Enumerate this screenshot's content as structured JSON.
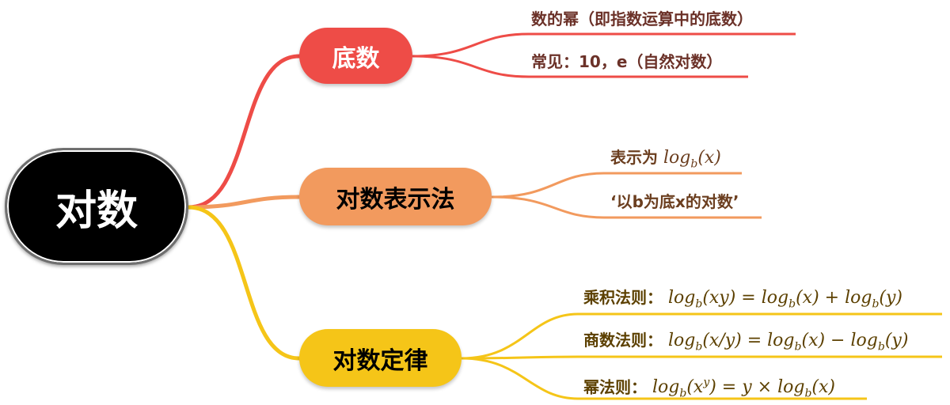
{
  "colors": {
    "branch_1": "#ee4c47",
    "branch_2": "#f29a5e",
    "branch_3": "#f5c518",
    "leaf_text_1": "#6b3128",
    "leaf_text_2": "#6b3e1f",
    "leaf_text_3": "#5c4000",
    "root_bg": "#000000"
  },
  "root": {
    "label": "对数"
  },
  "branches": [
    {
      "label": "底数",
      "leaves": [
        {
          "text": "数的幂（即指数运算中的底数）"
        },
        {
          "text": "常见：10，e（自然对数）"
        }
      ]
    },
    {
      "label": "对数表示法",
      "leaves": [
        {
          "prefix": "表示为 ",
          "formula": "log",
          "sub": "b",
          "rest": "(x)"
        },
        {
          "text": "‘以b为底x的对数’"
        }
      ]
    },
    {
      "label": "对数定律",
      "leaves": [
        {
          "label": "乘积法则：",
          "formula": "log_b(xy) = log_b(x) + log_b(y)"
        },
        {
          "label": "商数法则：",
          "formula": "log_b(x/y) = log_b(x) − log_b(y)"
        },
        {
          "label": "幂法则：",
          "formula": "log_b(x^y) = y × log_b(x)"
        }
      ]
    }
  ]
}
